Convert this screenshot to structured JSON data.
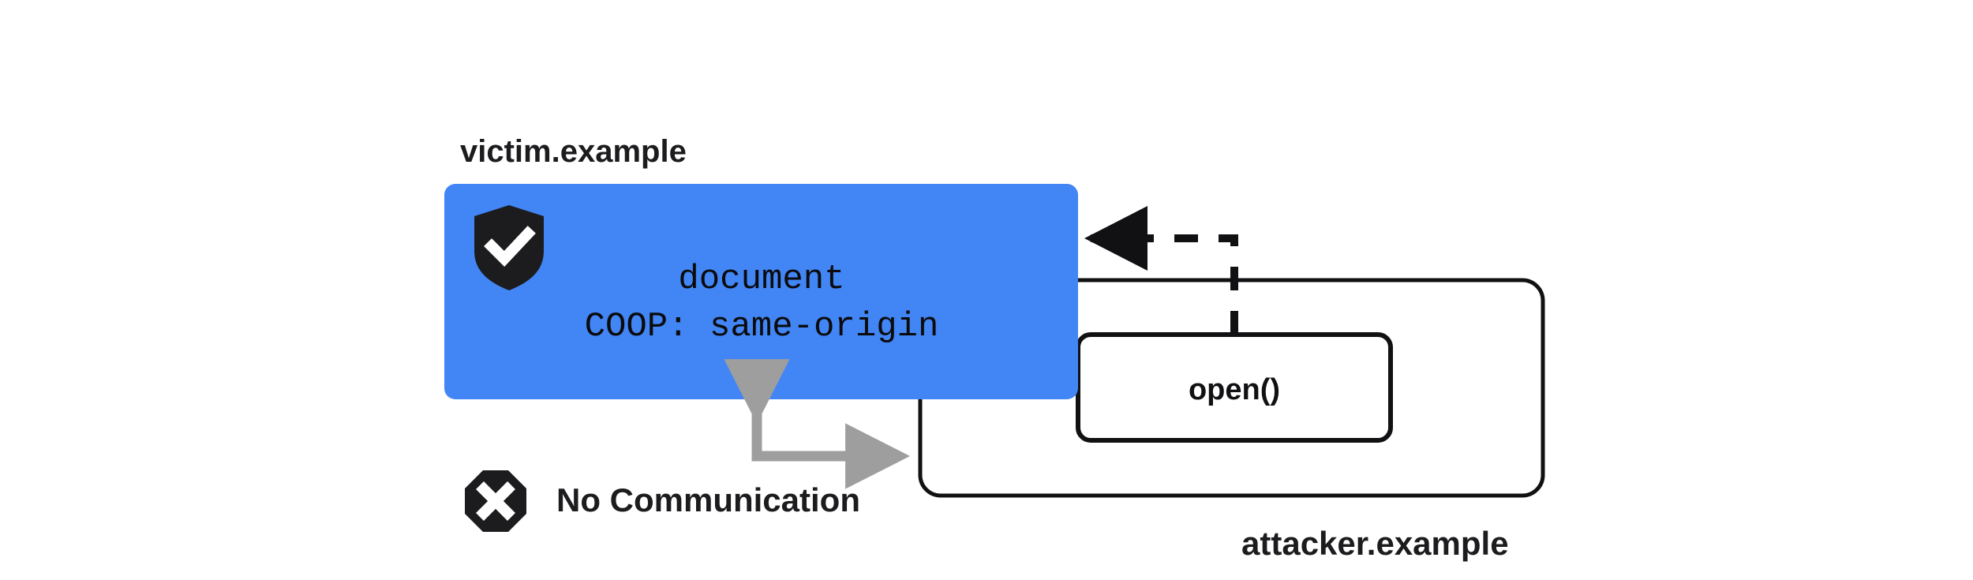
{
  "diagram": {
    "title": "COOP same-origin isolates victim document from attacker opener",
    "colors": {
      "victim_box_fill": "#4285F4",
      "stroke_dark": "#111113",
      "text_dark": "#1c1c1e",
      "no_comm_arrow": "#9e9e9e",
      "page_background": "#ffffff",
      "icon_check": "#ffffff"
    },
    "victim": {
      "label": "victim.example",
      "shield_icon": "shield-check-icon",
      "document_line": "document",
      "coop_line": "COOP: same-origin"
    },
    "attacker": {
      "label": "attacker.example",
      "open_box_label": "open()",
      "dashed_arrow_name": "open-call-dashed-arrow"
    },
    "no_communication": {
      "icon": "x-octagon-icon",
      "label": "No Communication",
      "arrow_name": "no-communication-bidirectional-arrow"
    }
  }
}
